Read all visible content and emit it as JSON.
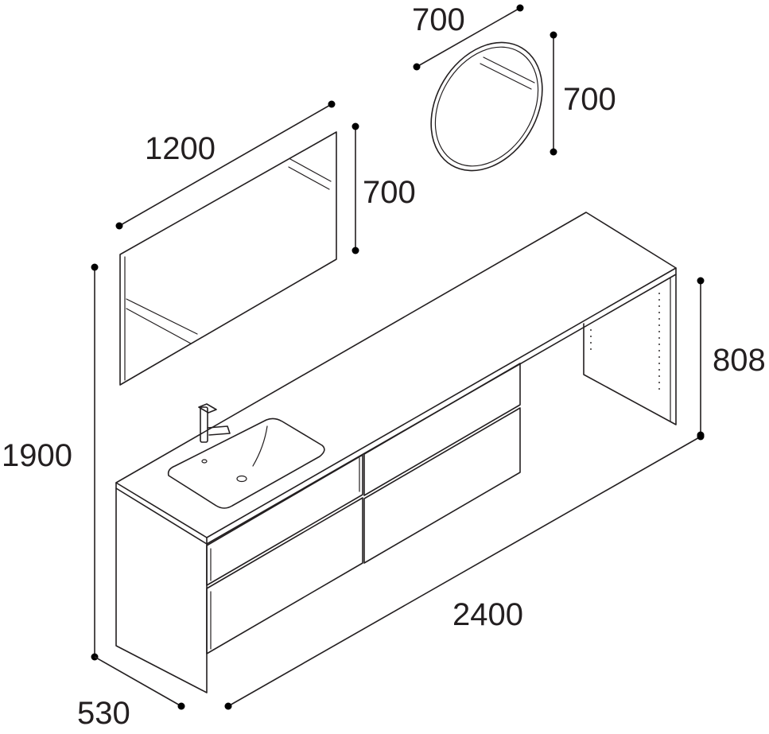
{
  "dimensions": {
    "round_mirror_width": "700",
    "round_mirror_height": "700",
    "rect_mirror_width": "1200",
    "rect_mirror_height": "700",
    "total_height": "1900",
    "counter_height": "808",
    "vanity_width": "2400",
    "vanity_depth": "530"
  },
  "colors": {
    "line": "#231f20",
    "background": "#ffffff"
  }
}
